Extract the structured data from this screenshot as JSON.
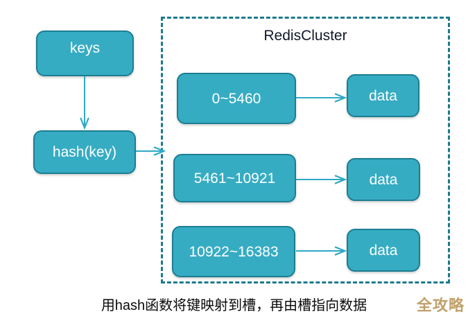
{
  "diagram": {
    "title": "RedisCluster",
    "caption": "用hash函数将键映射到槽，再由槽指向数据",
    "watermark": "全攻略",
    "colors": {
      "node_fill": "#36ACC3",
      "node_border": "#1B7E92",
      "node_text": "#FFFFFF",
      "cluster_border": "#1C7A8C",
      "arrow": "#2FA8C6",
      "title_text": "#111826",
      "caption_text": "#0B0B0B",
      "watermark_text": "#BFA06A",
      "background": "#FFFFFF"
    },
    "input_nodes": [
      {
        "id": "keys",
        "label": "keys"
      },
      {
        "id": "hash",
        "label": "hash(key)"
      }
    ],
    "slots": [
      {
        "range": "0~5460",
        "data_label": "data"
      },
      {
        "range": "5461~10921",
        "data_label": "data"
      },
      {
        "range": "10922~16383",
        "data_label": "data"
      }
    ],
    "arrows": [
      {
        "id": "keys-to-hash",
        "from": "keys",
        "to": "hash",
        "direction": "down"
      },
      {
        "id": "hash-to-cluster",
        "from": "hash",
        "to": "cluster",
        "direction": "right"
      },
      {
        "id": "slot-0-to-data-0",
        "from": "slot-0",
        "to": "data-0",
        "direction": "right"
      },
      {
        "id": "slot-1-to-data-1",
        "from": "slot-1",
        "to": "data-1",
        "direction": "right"
      },
      {
        "id": "slot-2-to-data-2",
        "from": "slot-2",
        "to": "data-2",
        "direction": "right"
      }
    ]
  }
}
